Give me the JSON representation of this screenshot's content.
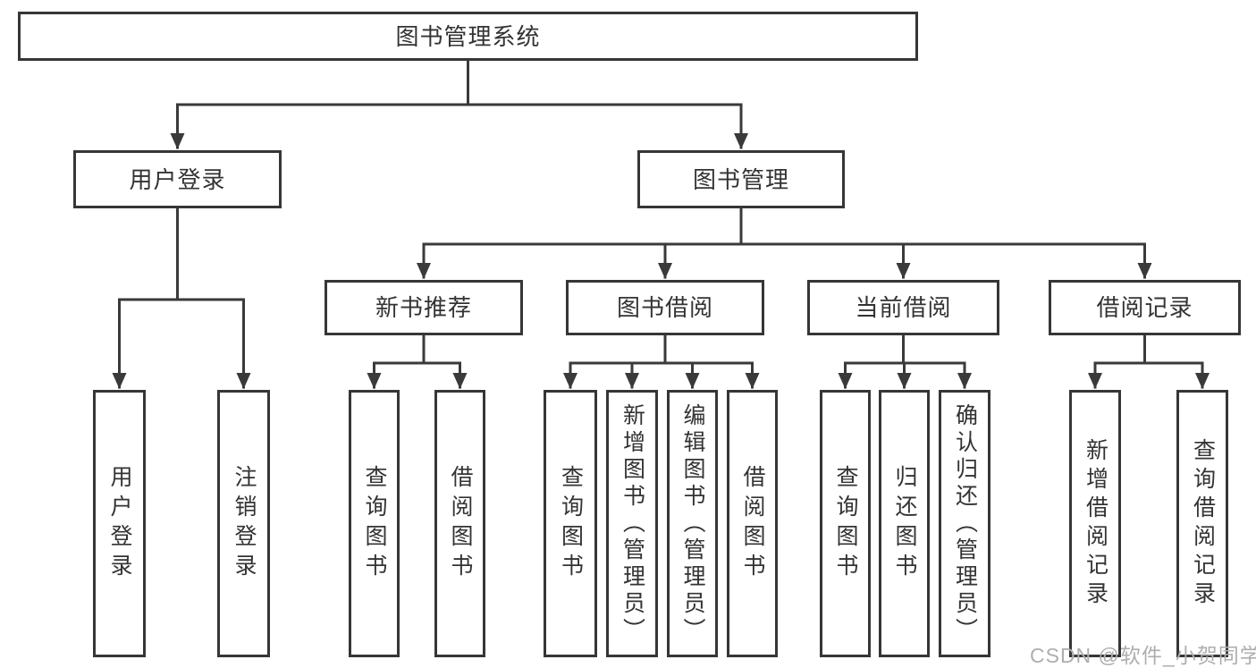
{
  "nodes": {
    "root": {
      "label": "图书管理系统"
    },
    "user_login": {
      "label": "用户登录"
    },
    "book_mgmt": {
      "label": "图书管理"
    },
    "new_book_rec": {
      "label": "新书推荐"
    },
    "book_borrow": {
      "label": "图书借阅"
    },
    "current_borrow": {
      "label": "当前借阅"
    },
    "borrow_record": {
      "label": "借阅记录"
    },
    "leaf_user_login": {
      "label": "用户登录"
    },
    "leaf_logout": {
      "label": "注销登录"
    },
    "leaf_query_book1": {
      "label": "查询图书"
    },
    "leaf_borrow_book1": {
      "label": "借阅图书"
    },
    "leaf_query_book2": {
      "label": "查询图书"
    },
    "leaf_add_book": {
      "label": "新增图书（管理员）"
    },
    "leaf_edit_book": {
      "label": "编辑图书（管理员）"
    },
    "leaf_borrow_book2": {
      "label": "借阅图书"
    },
    "leaf_query_book3": {
      "label": "查询图书"
    },
    "leaf_return_book": {
      "label": "归还图书"
    },
    "leaf_confirm_return": {
      "label": "确认归还（管理员）"
    },
    "leaf_add_record": {
      "label": "新增借阅记录"
    },
    "leaf_query_record": {
      "label": "查询借阅记录"
    }
  },
  "hierarchy": {
    "图书管理系统": {
      "用户登录": [
        "用户登录",
        "注销登录"
      ],
      "图书管理": {
        "新书推荐": [
          "查询图书",
          "借阅图书"
        ],
        "图书借阅": [
          "查询图书",
          "新增图书（管理员）",
          "编辑图书（管理员）",
          "借阅图书"
        ],
        "当前借阅": [
          "查询图书",
          "归还图书",
          "确认归还（管理员）"
        ],
        "借阅记录": [
          "新增借阅记录",
          "查询借阅记录"
        ]
      }
    }
  },
  "watermark": {
    "text": "CSDN @软件_小贺同学"
  },
  "colors": {
    "line": "#3a3a3a",
    "border": "#363636",
    "text": "#333333",
    "watermark": "#aeaeae",
    "background": "#ffffff"
  }
}
